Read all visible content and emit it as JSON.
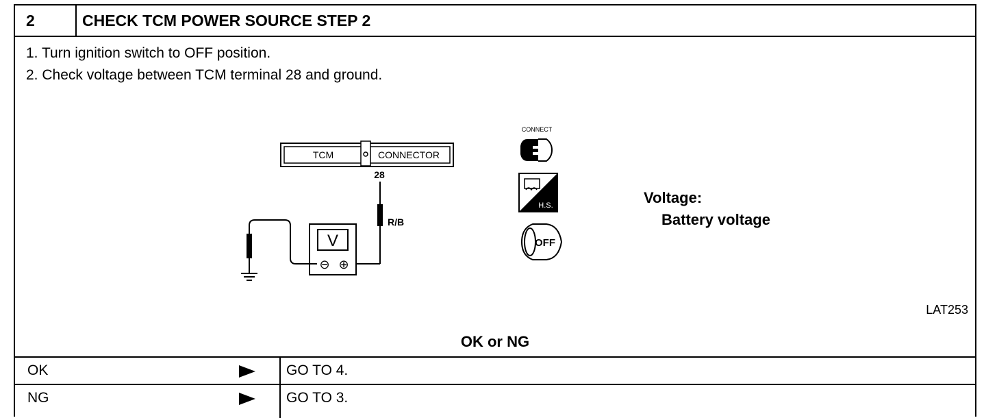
{
  "step": {
    "number": "2",
    "title": "CHECK TCM POWER SOURCE STEP 2"
  },
  "instructions": [
    "1.  Turn ignition switch to OFF position.",
    "2.  Check voltage between TCM terminal 28 and ground."
  ],
  "diagram": {
    "connector_label": "TCM",
    "connector_name": "CONNECTOR",
    "terminal": "28",
    "wire_color": "R/B",
    "meter_symbol": "V",
    "negative_symbol": "⊖",
    "positive_symbol": "⊕",
    "connect_icon_label": "CONNECT",
    "hs_icon_label": "H.S.",
    "ignition_label": "OFF"
  },
  "spec": {
    "label": "Voltage:",
    "value": "Battery voltage"
  },
  "figure_code": "LAT253",
  "result_heading": "OK or NG",
  "results": [
    {
      "label": "OK",
      "action": "GO TO 4."
    },
    {
      "label": "NG",
      "action": "GO TO 3."
    }
  ]
}
